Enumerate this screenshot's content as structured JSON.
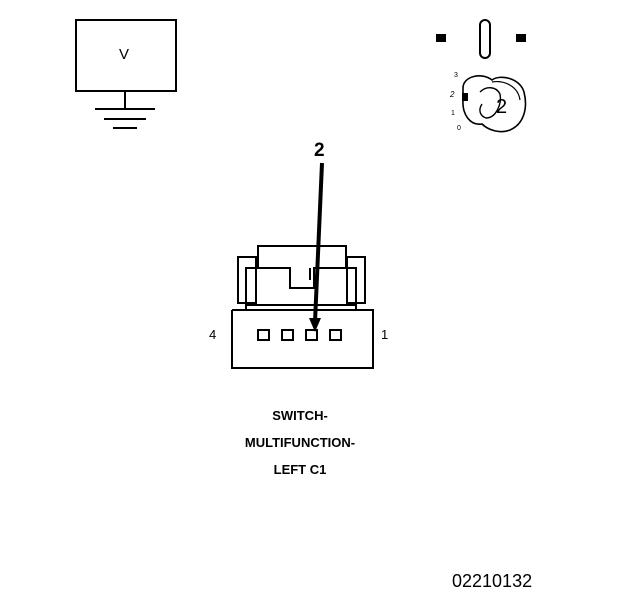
{
  "meter": {
    "symbol": "V"
  },
  "probe_callout": {
    "pin_number": "2"
  },
  "switch_position_detail": {
    "positions": [
      "3",
      "2",
      "1",
      "0"
    ],
    "active_position": "2"
  },
  "connector": {
    "left_pin_label": "4",
    "right_pin_label": "1",
    "caption_lines": [
      "SWITCH-",
      "MULTIFUNCTION-",
      "LEFT C1"
    ]
  },
  "figure_id": "02210132"
}
